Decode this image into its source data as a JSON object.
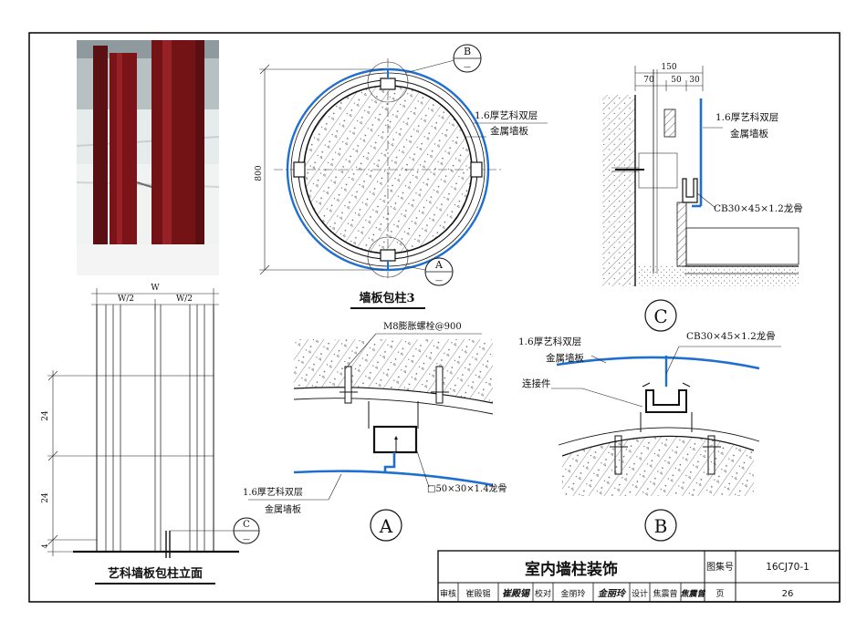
{
  "figure_titles": {
    "section_plan": "墙板包柱3",
    "elevation": "艺科墙板包柱立面",
    "detail_a": "A",
    "detail_b": "B",
    "detail_c": "C"
  },
  "plan": {
    "dim_800": "800",
    "callout_b_letter": "B",
    "callout_a_letter": "A",
    "callout_dash": "—",
    "panel_note_line1": "1.6厚艺科双层",
    "panel_note_line2": "金属墙板"
  },
  "detail_c": {
    "dim_total": "150",
    "dim_a": "70",
    "dim_b": "50",
    "dim_c": "30",
    "panel_note_line1": "1.6厚艺科双层",
    "panel_note_line2": "金属墙板",
    "keel_note": "CB30×45×1.2龙骨"
  },
  "elevation": {
    "dim_w": "W",
    "dim_w_half_left": "W/2",
    "dim_w_half_right": "W/2",
    "dim_24_top": "24",
    "dim_24_bottom": "24",
    "dim_4": "4",
    "callout_c_letter": "C",
    "callout_dash": "—"
  },
  "detail_a": {
    "bolt_note": "M8膨胀螺栓@900",
    "keel_note": "□50×30×1.4龙骨",
    "panel_note_line1": "1.6厚艺科双层",
    "panel_note_line2": "金属墙板"
  },
  "detail_b": {
    "panel_note_line1": "1.6厚艺科双层",
    "panel_note_line2": "金属墙板",
    "keel_note": "CB30×45×1.2龙骨",
    "connector_note": "连接件"
  },
  "title_block": {
    "drawing_title": "室内墙柱装饰",
    "atlas_label": "图集号",
    "atlas_no": "16CJ70-1",
    "review_label": "审核",
    "reviewer": "崔殿锡",
    "review_sign": "崔殿锡",
    "check_label": "校对",
    "checker": "金丽玲",
    "check_sign": "金丽玲",
    "design_label": "设计",
    "designer": "焦震曾",
    "design_sign": "焦震曾",
    "page_label": "页",
    "page_no": "26"
  },
  "colors": {
    "panel_blue": "#1f6fd1",
    "column_red": "#7a1418",
    "hatch": "#444444"
  }
}
